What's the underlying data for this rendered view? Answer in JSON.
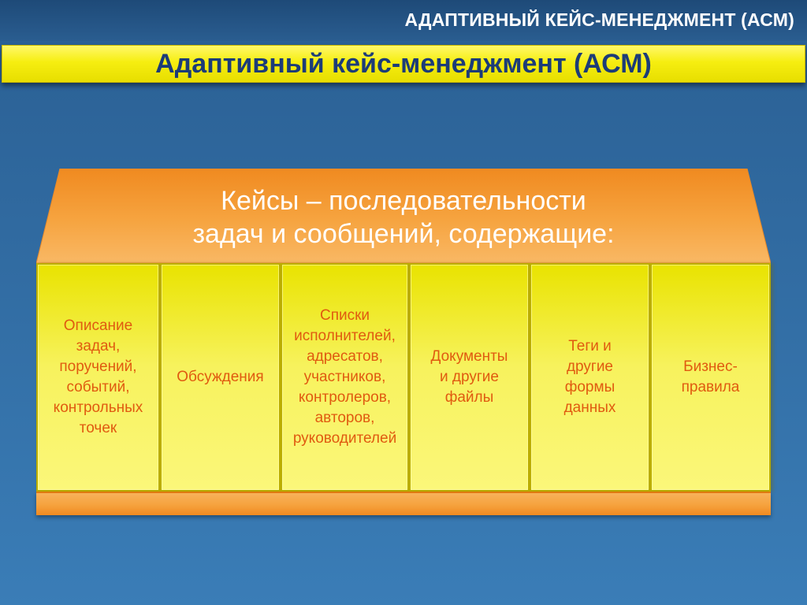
{
  "header": {
    "title": "АДАПТИВНЫЙ КЕЙС-МЕНЕДЖМЕНТ (АСМ)"
  },
  "title_bar": {
    "text": "Адаптивный кейс-менеджмент (АСМ)"
  },
  "roof": {
    "line1": "Кейсы – последовательности",
    "line2": "задач и сообщений, содержащие:"
  },
  "pillars": [
    {
      "text": "Описание\nзадач,\nпоручений,\nсобытий,\nконтрольных\nточек"
    },
    {
      "text": "Обсуждения"
    },
    {
      "text": "Списки\nисполнителей,\nадресатов,\nучастников,\nконтролеров,\nавторов,\nруководителей"
    },
    {
      "text": "Документы\nи другие\nфайлы"
    },
    {
      "text": "Теги и\nдругие\nформы\nданных"
    },
    {
      "text": "Бизнес-\nправила"
    }
  ],
  "colors": {
    "background": "#336fa6",
    "title_bar": "#f6ee10",
    "title_text": "#1c3c78",
    "roof": "#f6a440",
    "pillar": "#f7f25d",
    "pillar_text": "#e05a10"
  }
}
